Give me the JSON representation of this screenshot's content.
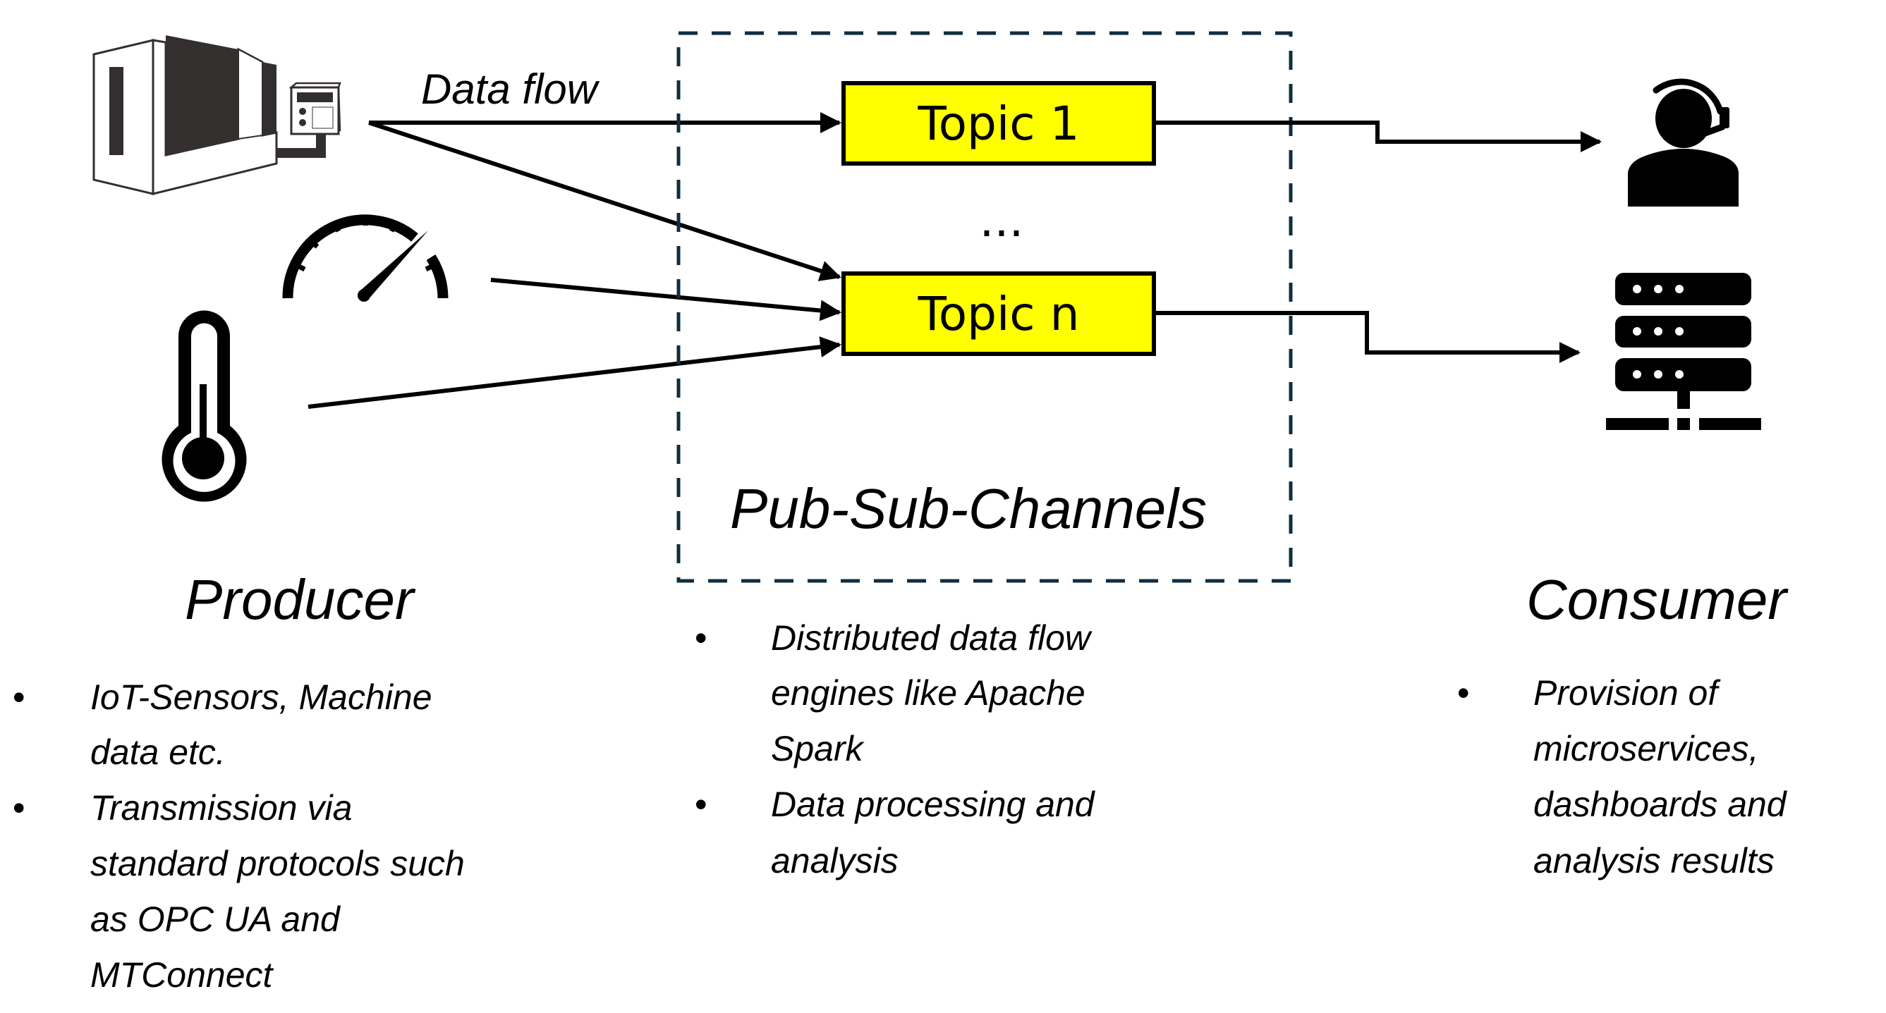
{
  "diagram": {
    "data_flow_label": "Data flow",
    "channel_title": "Pub-Sub-Channels",
    "topics": [
      {
        "label": "Topic 1"
      },
      {
        "label": "Topic n"
      }
    ],
    "ellipsis": "...",
    "colors": {
      "topic_fill": "#ffff00",
      "topic_border": "#000000",
      "dashed_box": "#0f2e3f",
      "icon": "#000000",
      "machine_dark": "#332f2e"
    },
    "producer": {
      "title": "Producer",
      "icons": [
        "machine-tool-icon",
        "gauge-icon",
        "thermometer-icon"
      ],
      "bullets": [
        {
          "lines": [
            "IoT-Sensors, Machine",
            "data etc."
          ]
        },
        {
          "lines": [
            "Transmission via",
            "standard protocols such",
            "as OPC UA and",
            "MTConnect"
          ]
        }
      ]
    },
    "channels": {
      "bullets": [
        {
          "lines": [
            "Distributed data flow",
            "engines like Apache",
            "Spark"
          ]
        },
        {
          "lines": [
            "Data processing and",
            "analysis"
          ]
        }
      ]
    },
    "consumer": {
      "title": "Consumer",
      "icons": [
        "headset-user-icon",
        "server-icon"
      ],
      "bullets": [
        {
          "lines": [
            "Provision of",
            "microservices,",
            "dashboards and",
            "analysis results"
          ]
        }
      ]
    },
    "bullet_glyph": "•"
  }
}
